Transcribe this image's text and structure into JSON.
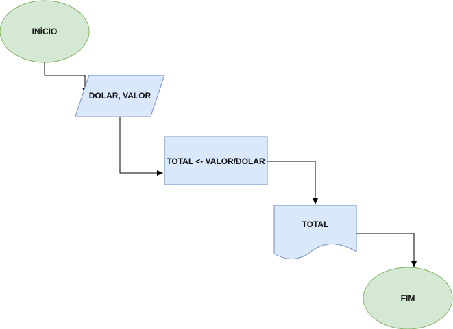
{
  "diagram": {
    "nodes": {
      "start": {
        "label": "INÍCIO",
        "shape": "ellipse"
      },
      "input": {
        "label": "DOLAR, VALOR",
        "shape": "parallelogram"
      },
      "process": {
        "label": "TOTAL <- VALOR/DOLAR",
        "shape": "rectangle"
      },
      "output": {
        "label": "TOTAL",
        "shape": "document"
      },
      "end": {
        "label": "FIM",
        "shape": "ellipse"
      }
    },
    "edges": [
      {
        "from": "start",
        "to": "input"
      },
      {
        "from": "input",
        "to": "process"
      },
      {
        "from": "process",
        "to": "output"
      },
      {
        "from": "output",
        "to": "end"
      }
    ],
    "colors": {
      "terminal_fill": "#d5e8d4",
      "terminal_stroke": "#82b366",
      "step_fill": "#dae8fc",
      "step_stroke": "#6c8ebf",
      "edge": "#000000"
    }
  }
}
